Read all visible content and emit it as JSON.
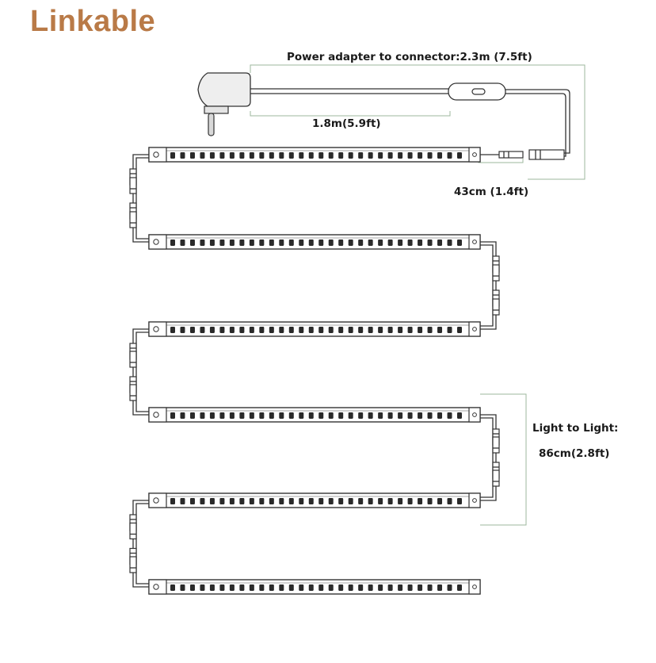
{
  "title": "Linkable",
  "labels": {
    "power_adapter_to_connector": "Power adapter to connector:2.3m (7.5ft)",
    "adapter_cable": "1.8m(5.9ft)",
    "lead_cable": "43cm (1.4ft)",
    "light_to_light_1": "Light to Light:",
    "light_to_light_2": "86cm(2.8ft)"
  },
  "components": {
    "strip_count": 6,
    "leds_per_strip": 30,
    "icons": [
      "power-adapter-plug-icon",
      "inline-switch-icon",
      "dc-connector-icon",
      "led-strip-icon"
    ]
  },
  "colors": {
    "title": "#b97a47",
    "dimension_lines": "#9db79d",
    "outline": "#333333"
  }
}
